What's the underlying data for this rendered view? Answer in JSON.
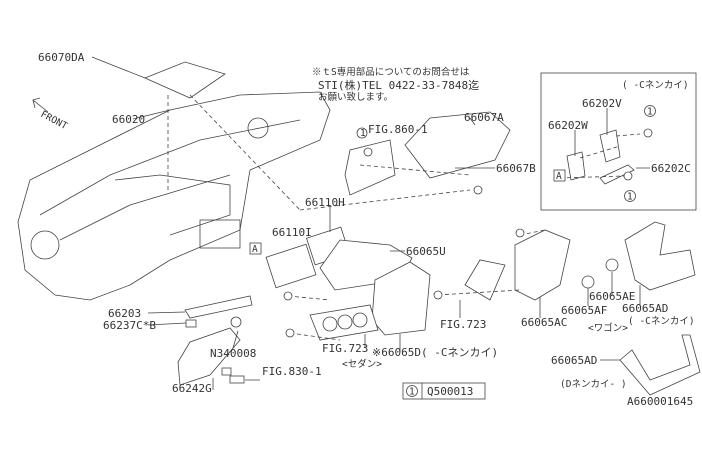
{
  "labels": {
    "dash_cover": "66070DA",
    "front": "FRONT",
    "dash_panel": "66020",
    "note_1": "※ｔS専用部品についてのお問合せは",
    "note_2": "STI(株)TEL 0422-33-7848迄",
    "note_3": "お願い致します。",
    "upper_box": "66067A",
    "fig_860": "FIG.860-1",
    "upper_box_b": "66067B",
    "vent_duct": "66110H",
    "vent_i": "66110I",
    "center_panel": "66065U",
    "ref_a": "A",
    "p66203": "66203",
    "p66237": "66237C*B",
    "nut": "N340008",
    "p66242": "66242G",
    "fig_830": "FIG.830-1",
    "fig_723_a": "FIG.723",
    "sedan": "<セダン>",
    "p66065d": "※66065D( -Cネンカイ)",
    "fig_723_b": "FIG.723",
    "p66065ac": "66065AC",
    "p66065af": "66065AF",
    "p66065ae": "66065AE",
    "p66065ad": "66065AD",
    "c_nenkai": "( -Cネンカイ)",
    "wagon": "<ワゴン>",
    "p66065ad_2": "66065AD",
    "d_nenkai": "(Dネンカイ- )",
    "diagram_id": "A660001645"
  },
  "legend": {
    "number": "1",
    "part": "Q500013"
  },
  "inset": {
    "title": "( -Cネンカイ)",
    "p66202v": "66202V",
    "p66202w": "66202W",
    "p66202c": "66202C",
    "ref_a": "A",
    "callout": "1"
  },
  "callout": "1"
}
